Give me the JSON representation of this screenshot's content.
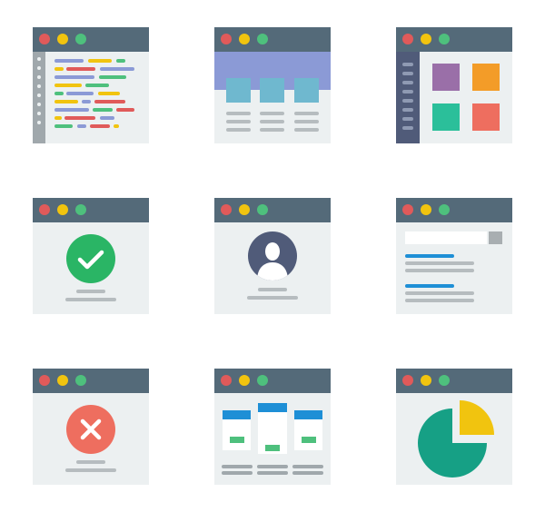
{
  "colors": {
    "window_bg": "#ecf0f1",
    "titlebar": "#546a79",
    "close_dot": "#e05a5a",
    "minimize_dot": "#f1c40f",
    "maximize_dot": "#4ec07d",
    "code_blue": "#8b9ad6",
    "code_yellow": "#f1c40f",
    "code_red": "#e05a5a",
    "code_green": "#4ec07d",
    "code_gray": "#b6bcbf",
    "layout_banner": "#8b9ad6",
    "layout_block": "#6fb8cf",
    "tile_purple": "#9a6fa8",
    "tile_orange": "#f39c28",
    "tile_teal": "#2bbf9a",
    "tile_red": "#ee6e5f",
    "success": "#2ab565",
    "error": "#ee6e5f",
    "avatar": "#505b79",
    "search_button": "#a8aeb1",
    "link_blue": "#1e8fd6",
    "card_header": "#1e8fd6",
    "card_button": "#4ec07d",
    "pie_main": "#16a085",
    "pie_slice": "#f1c40f"
  },
  "icons": [
    "code-editor-window",
    "website-layout-window",
    "tile-dashboard-window",
    "success-check-window",
    "user-profile-window",
    "search-results-window",
    "error-cross-window",
    "pricing-table-window",
    "pie-chart-window"
  ]
}
